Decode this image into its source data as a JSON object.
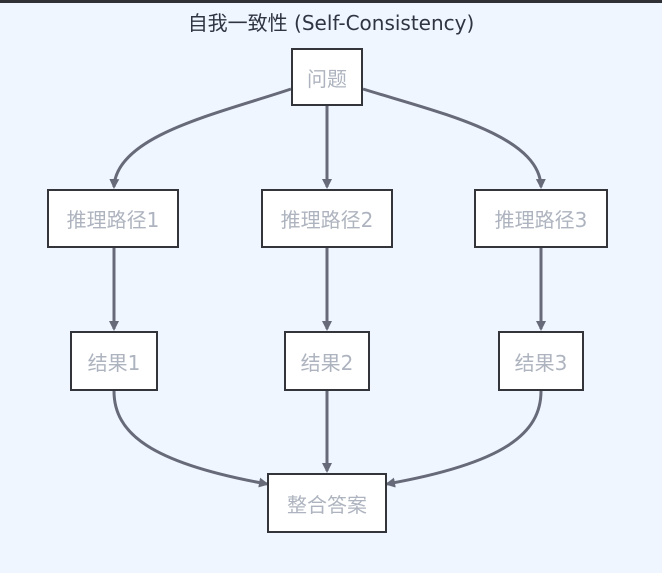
{
  "diagram": {
    "title": "自我一致性 (Self-Consistency)",
    "nodes": {
      "question": "问题",
      "path1": "推理路径1",
      "path2": "推理路径2",
      "path3": "推理路径3",
      "result1": "结果1",
      "result2": "结果2",
      "result3": "结果3",
      "final": "整合答案"
    },
    "edges": [
      [
        "question",
        "path1"
      ],
      [
        "question",
        "path2"
      ],
      [
        "question",
        "path3"
      ],
      [
        "path1",
        "result1"
      ],
      [
        "path2",
        "result2"
      ],
      [
        "path3",
        "result3"
      ],
      [
        "result1",
        "final"
      ],
      [
        "result2",
        "final"
      ],
      [
        "result3",
        "final"
      ]
    ]
  },
  "colors": {
    "background": "#f0f6ff",
    "edge": "#666a79",
    "node_border": "#33353b",
    "node_text": "#aeb4bf",
    "title_text": "#2f3542"
  }
}
